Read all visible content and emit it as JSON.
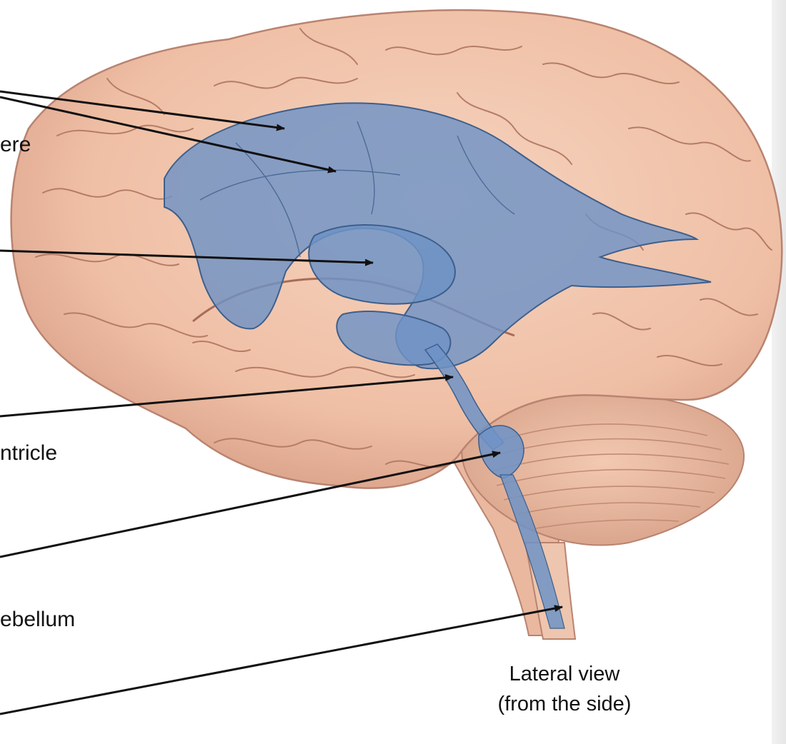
{
  "labels": {
    "cerebral_hemisphere_partial": "ere",
    "ventricle_partial": "ntricle",
    "cerebellum_partial": "ebellum"
  },
  "caption": {
    "line1": "Lateral view",
    "line2": "(from the side)"
  },
  "colors": {
    "brain_tissue": "#f0c2a8",
    "brain_shadow": "#c98f78",
    "ventricle_fill": "#6f93c6",
    "ventricle_edge": "#3d5f8c",
    "leader_line": "#111111",
    "page_edge": "#ececec"
  }
}
